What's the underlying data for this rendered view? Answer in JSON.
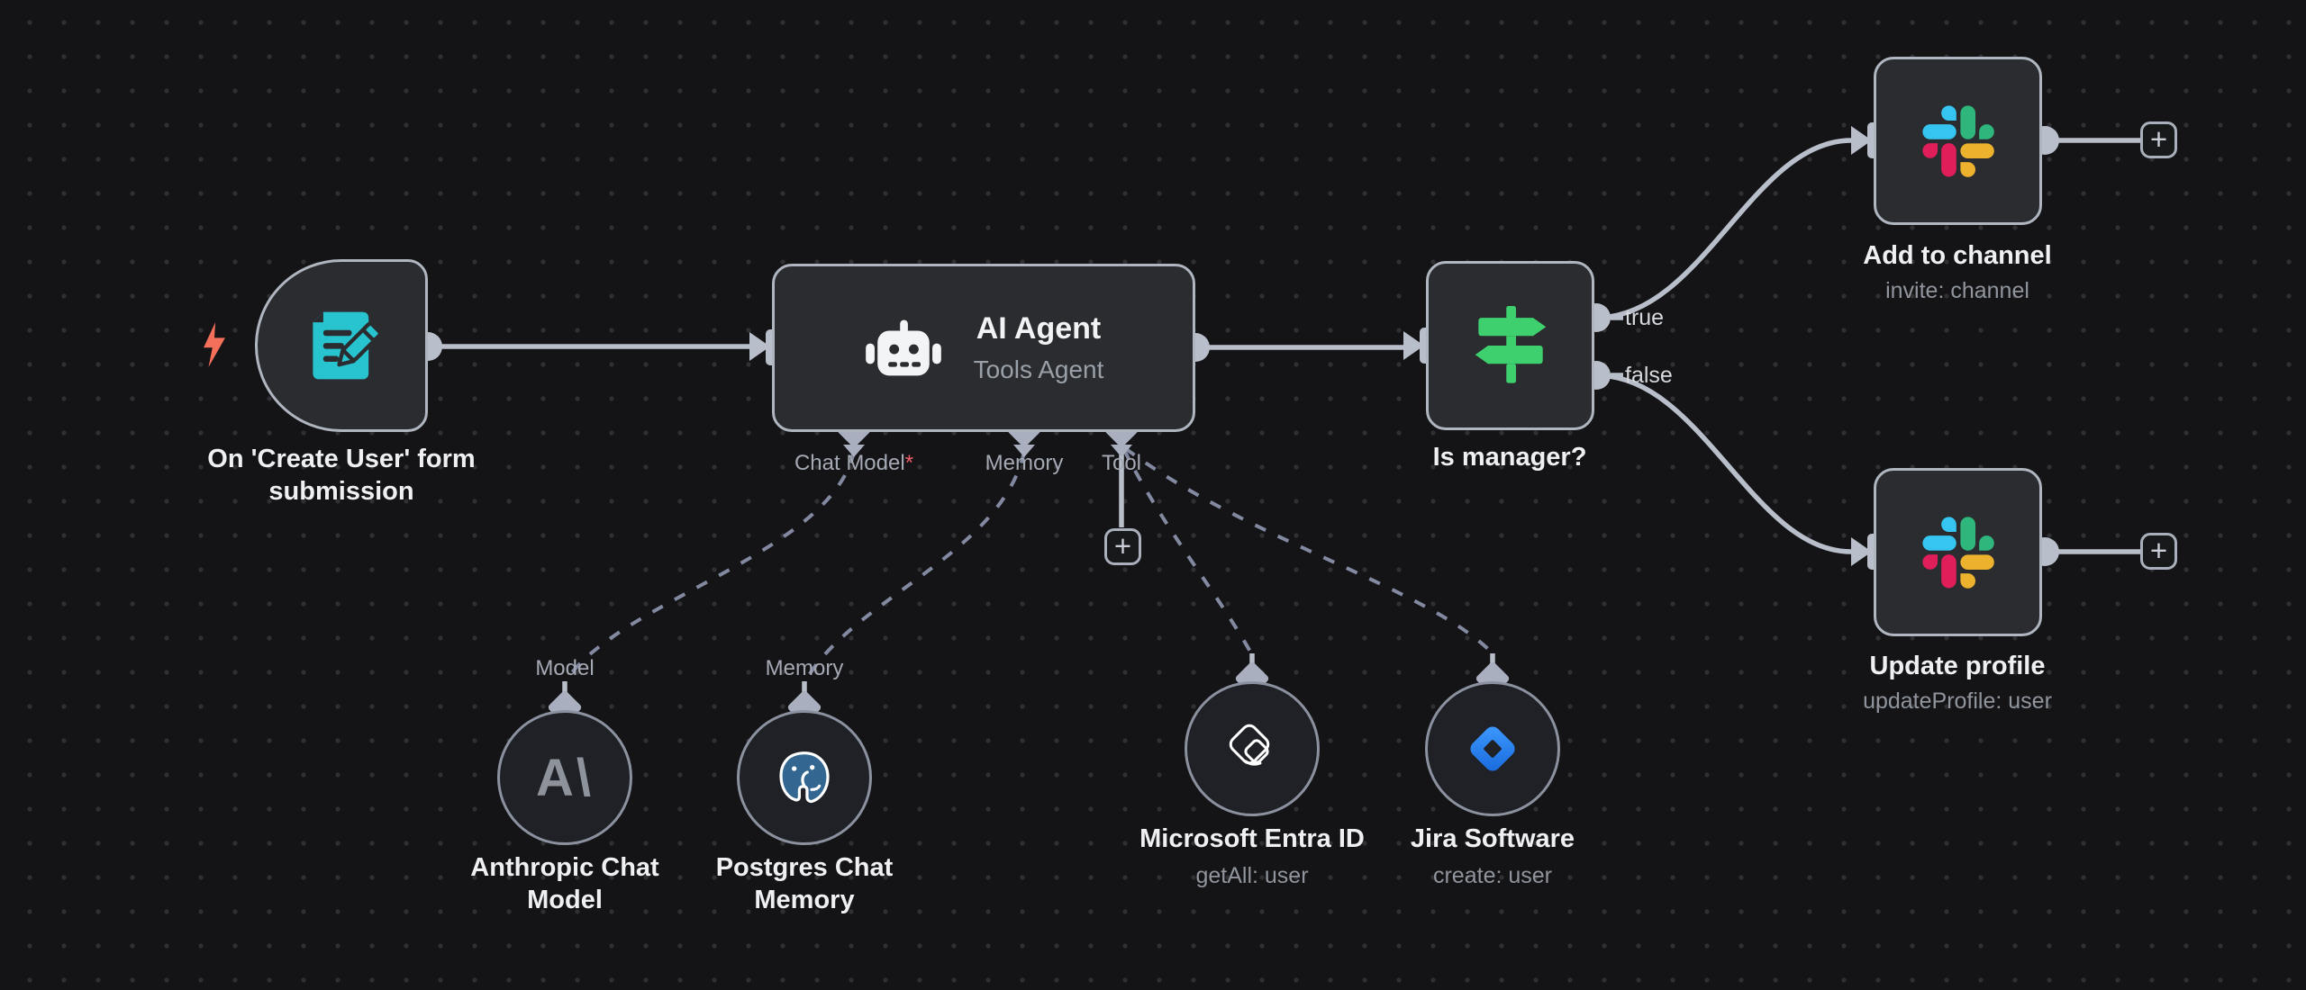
{
  "workflow": {
    "trigger": {
      "title": "On 'Create User' form submission"
    },
    "ai_agent": {
      "title": "AI Agent",
      "subtitle": "Tools Agent",
      "ports": {
        "chat_model": "Chat Model",
        "chat_model_required": "*",
        "memory": "Memory",
        "tool": "Tool"
      }
    },
    "is_manager": {
      "title": "Is manager?",
      "output_true": "true",
      "output_false": "false"
    },
    "add_to_channel": {
      "title": "Add to channel",
      "subtitle": "invite: channel"
    },
    "update_profile": {
      "title": "Update profile",
      "subtitle": "updateProfile: user"
    },
    "anthropic": {
      "title": "Anthropic Chat Model",
      "port_label": "Model",
      "logo_text": "A\\"
    },
    "postgres": {
      "title": "Postgres Chat Memory",
      "port_label": "Memory"
    },
    "entra": {
      "title": "Microsoft Entra ID",
      "subtitle": "getAll: user"
    },
    "jira": {
      "title": "Jira Software",
      "subtitle": "create: user"
    },
    "plus_label": "+"
  },
  "icons": {
    "trigger": "lightning-icon + form-pencil-icon",
    "ai_agent": "robot-icon",
    "is_manager": "signpost-icon",
    "slack": "slack-logo-icon",
    "anthropic": "anthropic-logo-icon",
    "postgres": "postgres-elephant-icon",
    "entra": "entra-diamond-icon",
    "jira": "jira-diamond-icon"
  },
  "colors": {
    "background": "#141416",
    "node_fill": "#2b2c2f",
    "node_border": "#b0b6c0",
    "circle_fill": "#1f2127",
    "edge": "#b9bfca",
    "dashed_edge": "#8289a0",
    "teal": "#27c3ce",
    "bolt_orange": "#f4705b",
    "green": "#3ed06e",
    "slack_blue": "#36C5F0",
    "slack_green": "#2EB67D",
    "slack_yellow": "#ECB22E",
    "slack_red": "#E01E5A",
    "jira_blue": "#2684FF",
    "postgres_blue": "#336791",
    "required_red": "#f25d6d"
  }
}
